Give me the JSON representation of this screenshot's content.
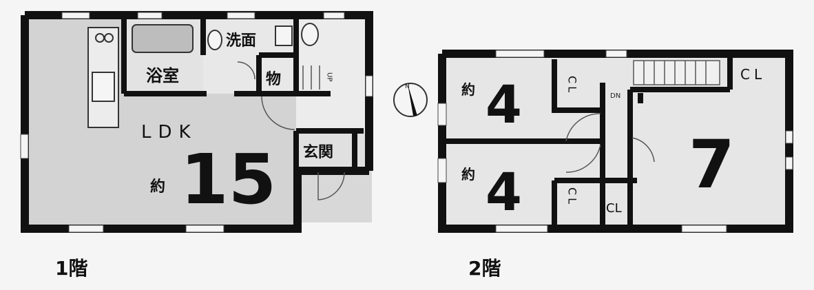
{
  "floor1": {
    "title": "1階",
    "rooms": {
      "bath": "浴室",
      "washroom": "洗面",
      "storage": "物",
      "up": "UP",
      "ldk": "LDK",
      "ldk_size_prefix": "約",
      "ldk_size": "15",
      "entrance": "玄関"
    }
  },
  "floor2": {
    "title": "2階",
    "rooms": {
      "room_a_prefix": "約",
      "room_a_size": "4",
      "room_b_prefix": "約",
      "room_b_size": "4",
      "room_c_size": "7",
      "closet_a": "CL",
      "closet_b": "CL",
      "closet_c": "CL",
      "closet_d": "CL",
      "down": "DN"
    }
  },
  "colors": {
    "wall": "#111111",
    "ldk_floor": "#d3d3d3",
    "wet_floor": "#e3e3e3",
    "room_floor": "#e6e6e6",
    "exterior": "#d8d8d8",
    "background": "#f5f5f5"
  }
}
